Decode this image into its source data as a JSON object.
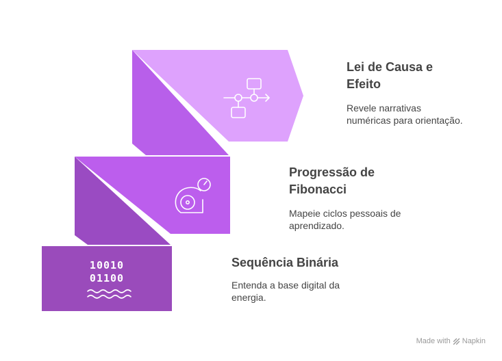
{
  "steps": [
    {
      "title": "Lei de Causa e Efeito",
      "description": "Revele narrativas numéricas para orientação.",
      "icon": "flowchart-icon"
    },
    {
      "title": "Progressão de Fibonacci",
      "description": "Mapeie ciclos pessoais de aprendizado.",
      "icon": "spiral-gauge-icon"
    },
    {
      "title": "Sequência Binária",
      "description": "Entenda a base digital da energia.",
      "icon": "binary-waves-icon",
      "binary_lines": [
        "10010",
        "01100"
      ]
    }
  ],
  "watermark": {
    "made_with": "Made with",
    "brand": "Napkin"
  },
  "colors": {
    "step1_front": "#dea2fd",
    "step1_side": "#b85fea",
    "step2_front": "#bc5eed",
    "step2_side": "#9a4bc2",
    "step3_front": "#9a4bbb",
    "text": "#444444",
    "watermark": "#9a9a9a"
  }
}
